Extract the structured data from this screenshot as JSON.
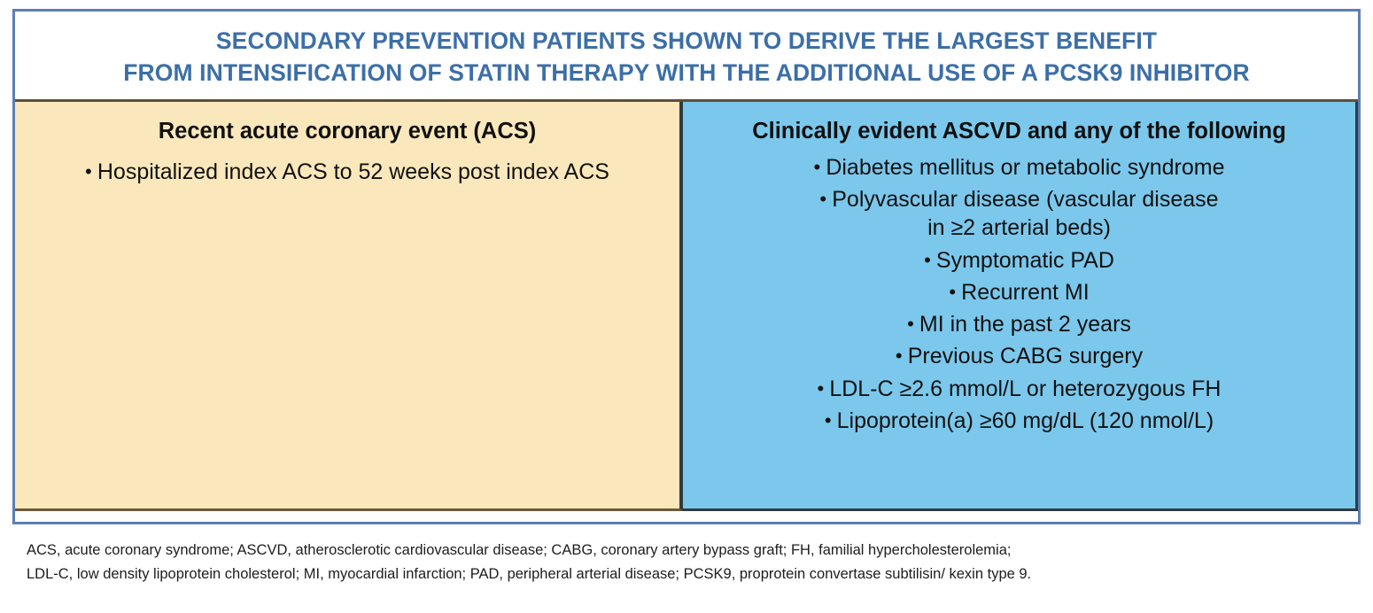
{
  "figure": {
    "title": {
      "line1": "SECONDARY PREVENTION PATIENTS SHOWN TO DERIVE THE LARGEST BENEFIT",
      "line2": "FROM INTENSIFICATION OF STATIN THERAPY WITH THE ADDITIONAL USE OF A PCSK9 INHIBITOR",
      "color": "#3c6fa8"
    },
    "left_panel": {
      "heading": "Recent acute coronary event (ACS)",
      "background_color": "#fae8bc",
      "bullet_symbol": "•",
      "items": [
        {
          "text": "Hospitalized index ACS to 52 weeks post index ACS"
        }
      ]
    },
    "right_panel": {
      "heading": "Clinically evident ASCVD and any of the following",
      "background_color": "#7bc8ec",
      "bullet_symbol": "•",
      "items": [
        {
          "text": "Diabetes mellitus or metabolic syndrome",
          "continuation": ""
        },
        {
          "text": "Polyvascular disease (vascular disease",
          "continuation": "in ≥2 arterial beds)"
        },
        {
          "text": "Symptomatic PAD",
          "continuation": ""
        },
        {
          "text": "Recurrent MI",
          "continuation": ""
        },
        {
          "text": "MI in the past 2 years",
          "continuation": ""
        },
        {
          "text": "Previous CABG surgery",
          "continuation": ""
        },
        {
          "text": "LDL-C ≥2.6 mmol/L or heterozygous FH",
          "continuation": ""
        },
        {
          "text": "Lipoprotein(a) ≥60 mg/dL (120 nmol/L)",
          "continuation": ""
        }
      ]
    },
    "border_color": "#5b7fb5"
  },
  "footnote": {
    "line1": "ACS, acute coronary syndrome; ASCVD, atherosclerotic cardiovascular disease; CABG, coronary artery bypass graft; FH, familial hypercholesterolemia;",
    "line2": "LDL-C, low density lipoprotein cholesterol; MI, myocardial infarction; PAD, peripheral arterial disease; PCSK9, proprotein convertase subtilisin/ kexin type 9."
  }
}
